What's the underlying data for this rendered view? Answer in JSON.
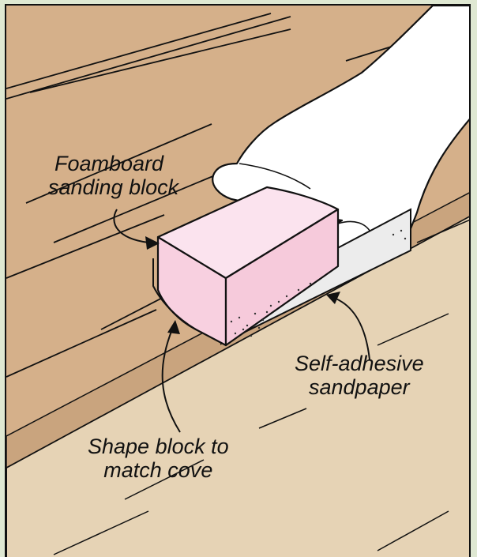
{
  "labels": {
    "foamboard": {
      "line1": "Foamboard",
      "line2": "sanding block"
    },
    "sandpaper": {
      "line1": "Self-adhesive",
      "line2": "sandpaper"
    },
    "shape": {
      "line1": "Shape block to",
      "line2": "match cove"
    }
  },
  "colors": {
    "background": "#dfe8d2",
    "dark_wood": "#d5b08a",
    "light_wood": "#e6d3b5",
    "block_pink": "#f8d0e0",
    "sandpaper": "#ececec",
    "outline": "#111111"
  }
}
